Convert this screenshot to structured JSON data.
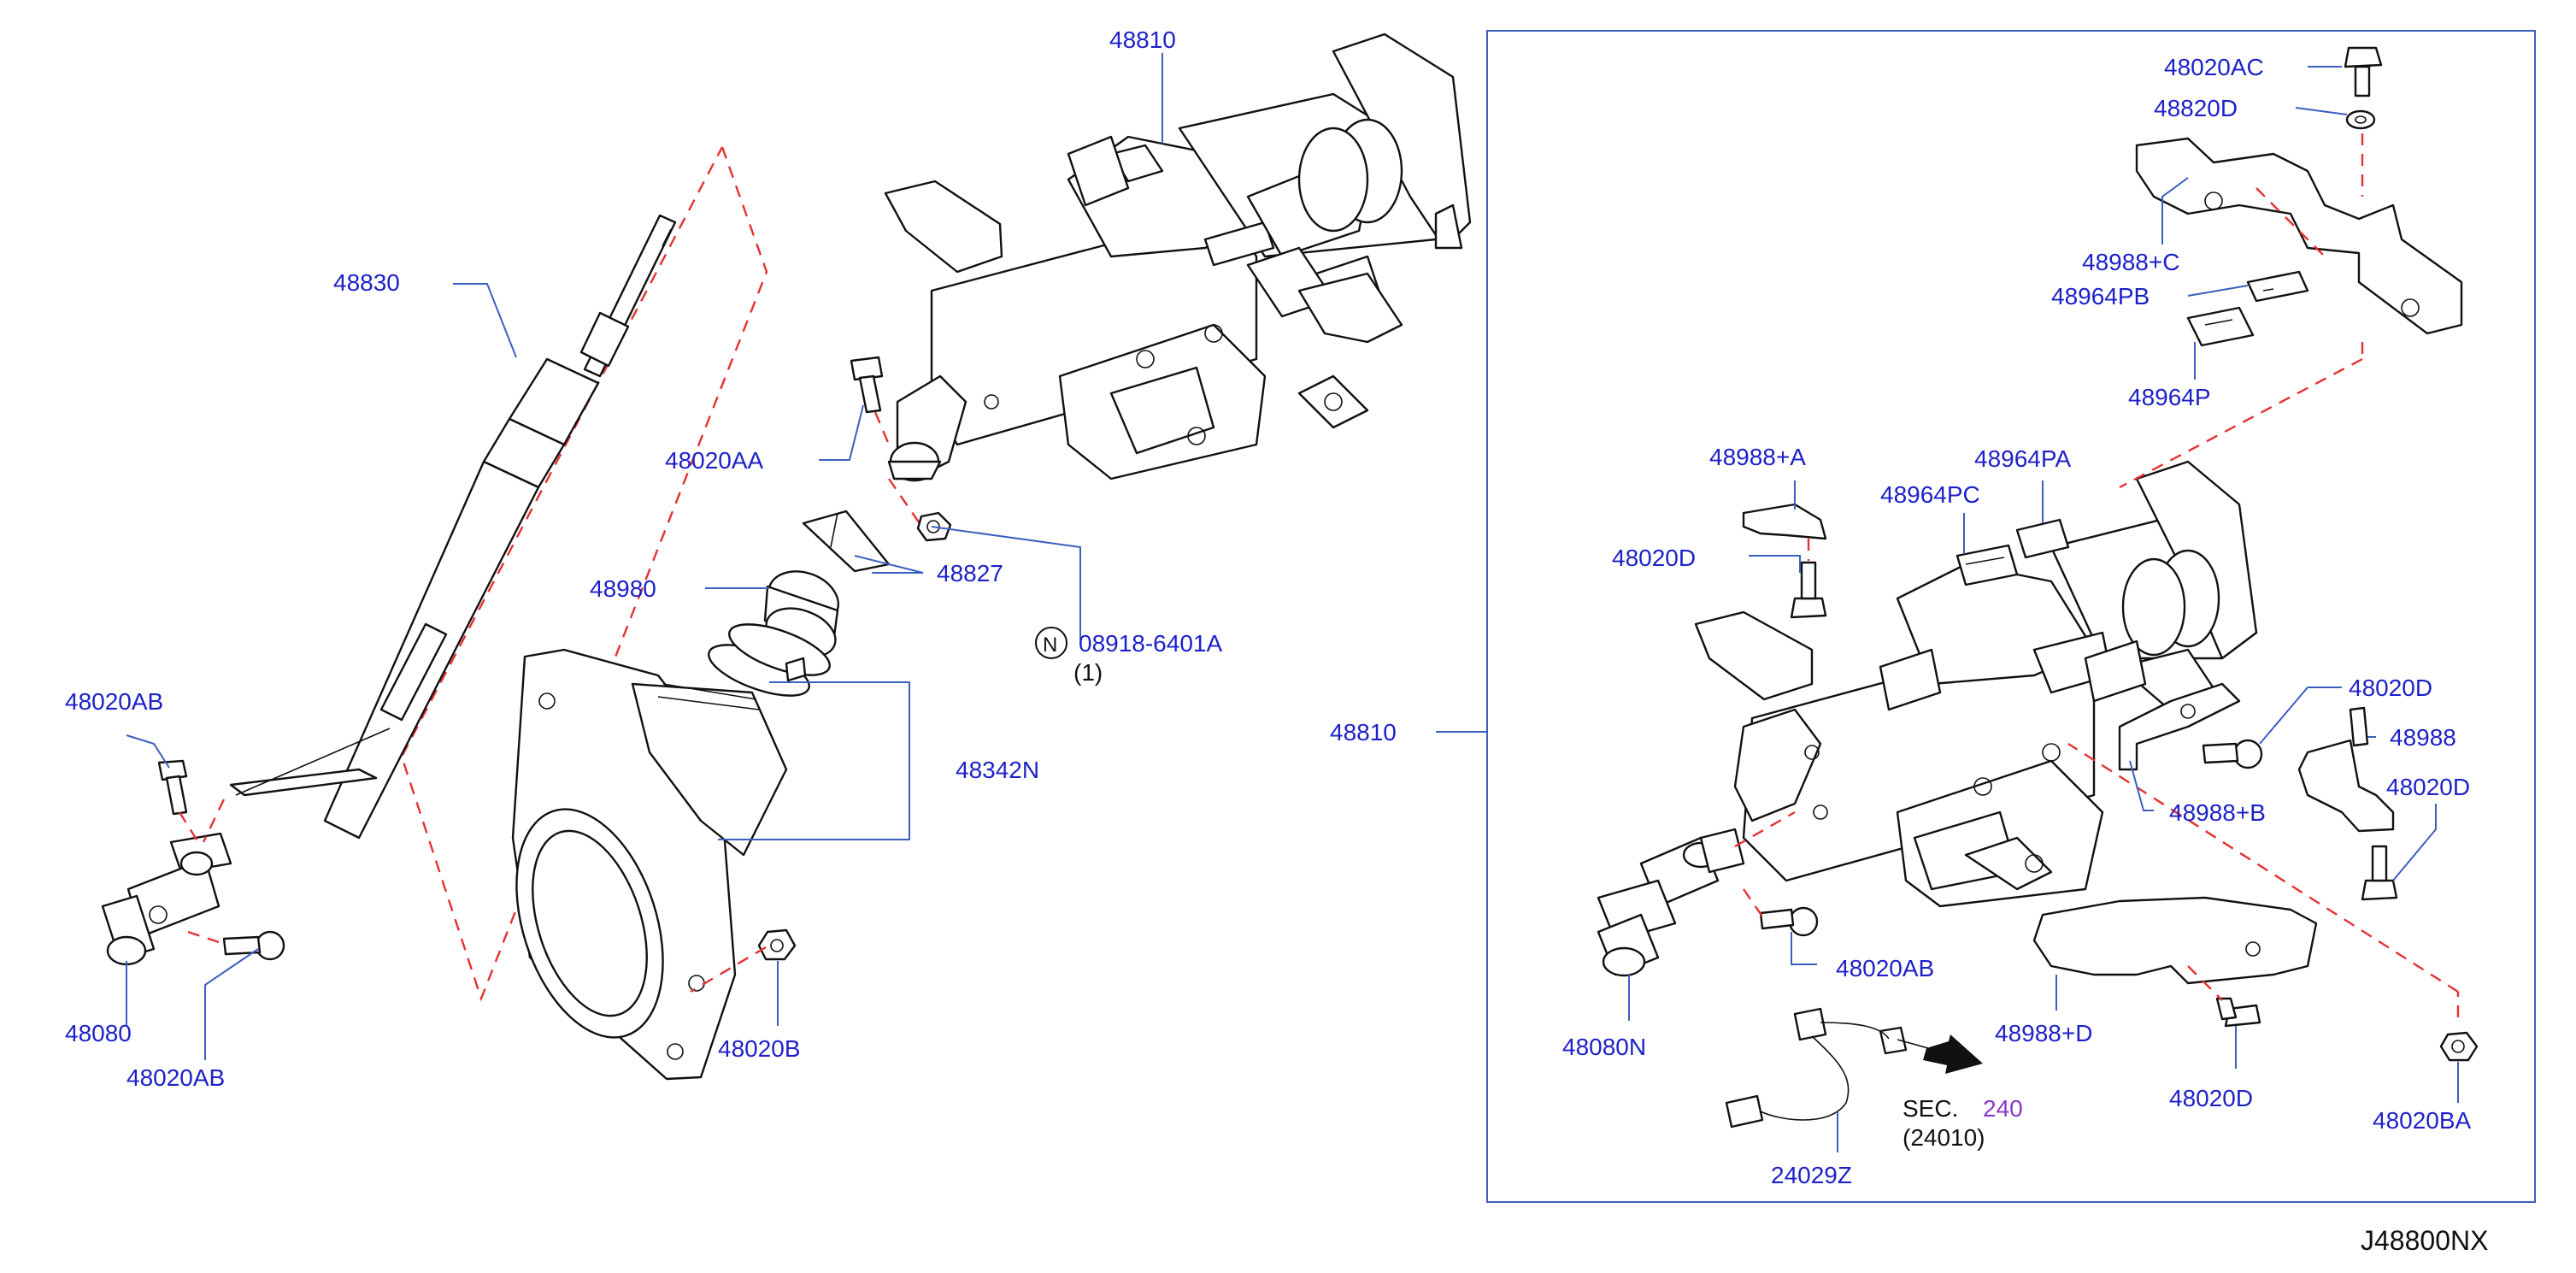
{
  "diagram_id": "J48800NX",
  "labels": {
    "p48810_top": "48810",
    "p48830": "48830",
    "p48020AA": "48020AA",
    "p48827": "48827",
    "p48980": "48980",
    "p08918": "08918-6401A",
    "p08918_qty": "(1)",
    "p08918_badge": "N",
    "p48020AB_top": "48020AB",
    "p48342N": "48342N",
    "p48080": "48080",
    "p48020AB_bot": "48020AB",
    "p48020B": "48020B",
    "p48810_side": "48810",
    "p48020AC": "48020AC",
    "p48820D": "48820D",
    "p48988C": "48988+C",
    "p48964PB": "48964PB",
    "p48964P": "48964P",
    "p48988A": "48988+A",
    "p48964PA": "48964PA",
    "p48964PC": "48964PC",
    "p48020D_a": "48020D",
    "p48020D_b": "48020D",
    "p48988": "48988",
    "p48020D_c": "48020D",
    "p48988B": "48988+B",
    "p48020AB_r": "48020AB",
    "p48080N": "48080N",
    "p48988D": "48988+D",
    "p48020D_d": "48020D",
    "p48020BA": "48020BA",
    "sec_prefix": "SEC.",
    "sec_num": "240",
    "sec_sub": "(24010)",
    "p24029Z": "24029Z"
  }
}
